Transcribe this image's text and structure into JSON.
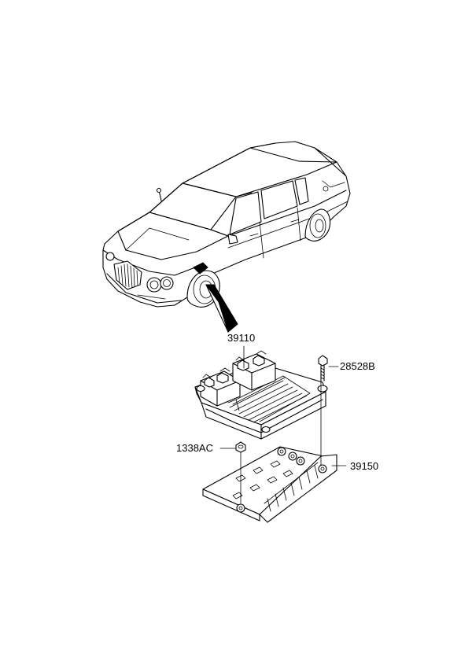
{
  "parts": {
    "ecu_module": "39110",
    "bolt": "28528B",
    "nut": "1338AC",
    "bracket": "39150"
  },
  "icons": {
    "vehicle": "sedan-car-icon",
    "ecu": "ecu-module-icon",
    "bracket": "mounting-bracket-icon",
    "bolt": "bolt-icon",
    "nut": "nut-icon"
  }
}
